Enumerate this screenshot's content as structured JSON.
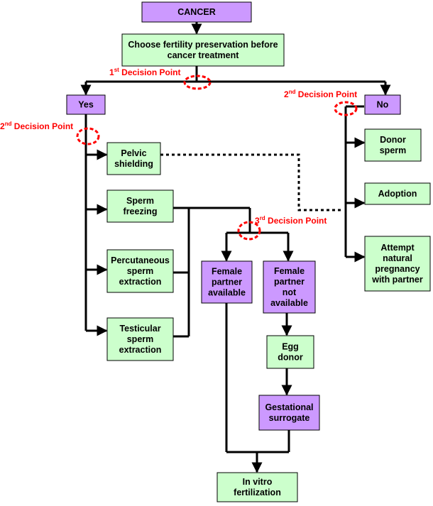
{
  "colors": {
    "purple_fill": "#cc99ff",
    "green_fill": "#ccffcc",
    "decision_red": "#ff0000",
    "line": "#000000"
  },
  "nodes": {
    "cancer": [
      "CANCER"
    ],
    "choose": [
      "Choose fertility preservation before",
      "cancer treatment"
    ],
    "yes": [
      "Yes"
    ],
    "no": [
      "No"
    ],
    "pelvic": [
      "Pelvic",
      "shielding"
    ],
    "sperm_freezing": [
      "Sperm",
      "freezing"
    ],
    "percutaneous": [
      "Percutaneous",
      "sperm",
      "extraction"
    ],
    "testicular": [
      "Testicular",
      "sperm",
      "extraction"
    ],
    "donor_sperm": [
      "Donor",
      "sperm"
    ],
    "adoption": [
      "Adoption"
    ],
    "attempt": [
      "Attempt",
      "natural",
      "pregnancy",
      "with partner"
    ],
    "female_avail": [
      "Female",
      "partner",
      "available"
    ],
    "female_not_avail": [
      "Female",
      "partner",
      "not",
      "available"
    ],
    "egg_donor": [
      "Egg",
      "donor"
    ],
    "gestational": [
      "Gestational",
      "surrogate"
    ],
    "ivf": [
      "In vitro",
      "fertilization"
    ]
  },
  "decision_points": {
    "first": {
      "num": "1",
      "sup": "st",
      "label": " Decision Point"
    },
    "second_left": {
      "num": "2",
      "sup": "nd",
      "label": " Decision Point"
    },
    "second_right": {
      "num": "2",
      "sup": "nd",
      "label": " Decision Point"
    },
    "third": {
      "num": "3",
      "sup": "rd",
      "label": " Decision Point"
    }
  }
}
